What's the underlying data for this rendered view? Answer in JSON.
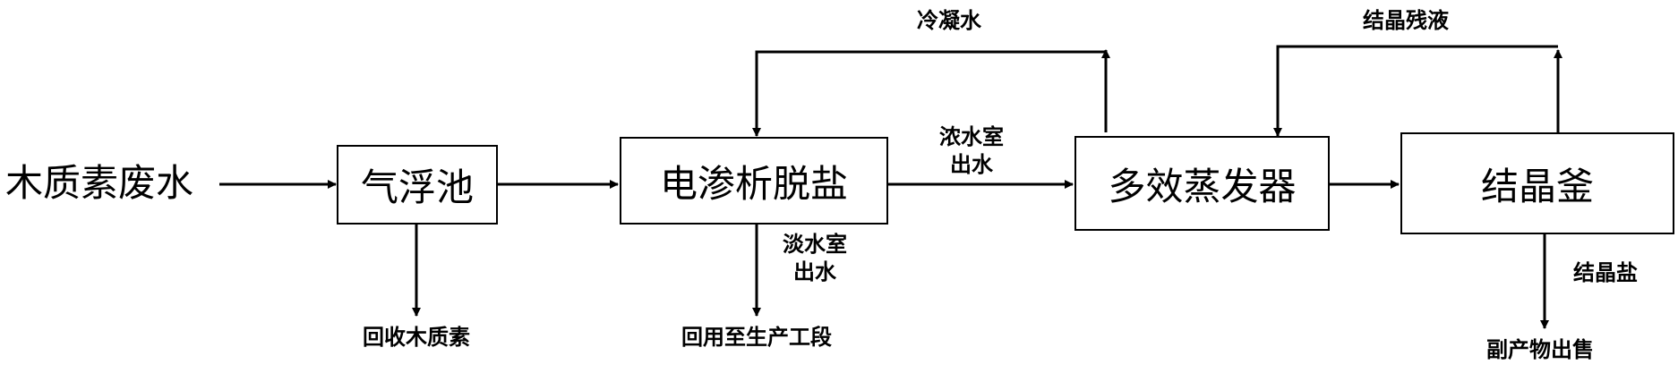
{
  "input": "木质素废水",
  "nodes": {
    "flotation": "气浮池",
    "electrodialysis": "电渗析脱盐",
    "evaporator": "多效蒸发器",
    "crystallizer": "结晶釜"
  },
  "labels": {
    "condensate": "冷凝水",
    "mother_liquor": "结晶残液",
    "concentrate_line1": "浓水室",
    "concentrate_line2": "出水",
    "dilute_line1": "淡水室",
    "dilute_line2": "出水",
    "crystal_salt": "结晶盐"
  },
  "outputs": {
    "lignin_recovery": "回收木质素",
    "reuse": "回用至生产工段",
    "byproduct": "副产物出售"
  }
}
